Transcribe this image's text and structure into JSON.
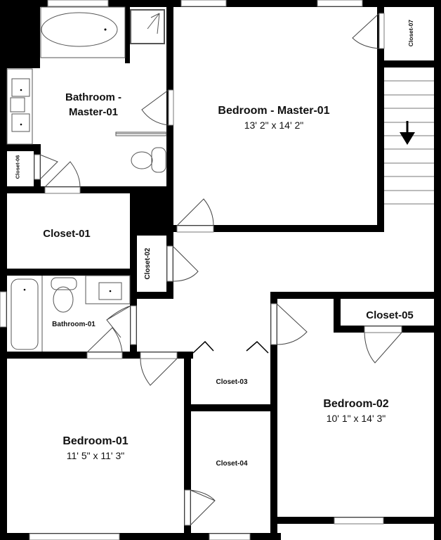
{
  "floorplan": {
    "rooms": {
      "bathroom_master": {
        "name_line1": "Bathroom -",
        "name_line2": "Master-01"
      },
      "bedroom_master": {
        "name": "Bedroom - Master-01",
        "dimensions": "13' 2\" x 14' 2\""
      },
      "closet_07": {
        "name": "Closet-07"
      },
      "closet_06": {
        "name": "Closet-06"
      },
      "closet_01": {
        "name": "Closet-01"
      },
      "closet_02": {
        "name": "Closet-02"
      },
      "bathroom_01": {
        "name": "Bathroom-01"
      },
      "closet_05": {
        "name": "Closet-05"
      },
      "closet_03": {
        "name": "Closet-03"
      },
      "bedroom_02": {
        "name": "Bedroom-02",
        "dimensions": "10' 1\" x 14' 3\""
      },
      "bedroom_01": {
        "name": "Bedroom-01",
        "dimensions": "11' 5\" x 11' 3\""
      },
      "closet_04": {
        "name": "Closet-04"
      }
    },
    "stairs": {
      "direction": "down",
      "icon": "arrow-down-icon"
    },
    "colors": {
      "wall": "#000000",
      "fixture": "#555555",
      "background": "#ffffff"
    }
  }
}
